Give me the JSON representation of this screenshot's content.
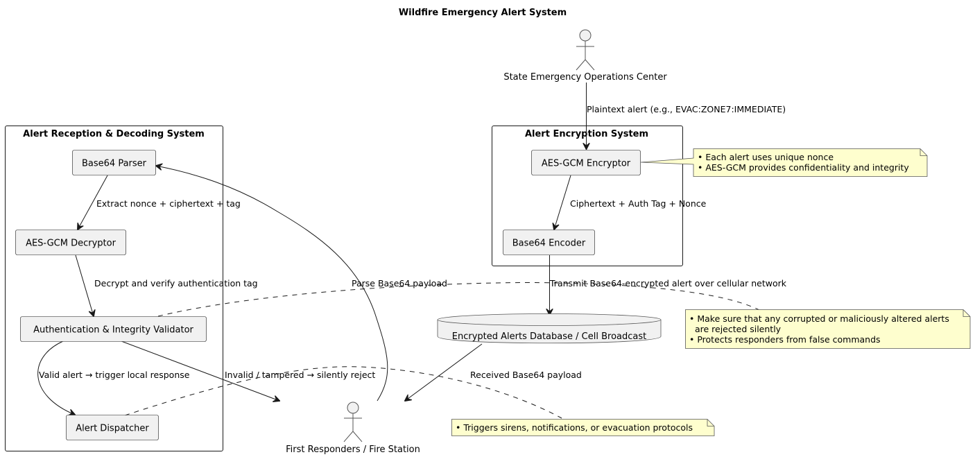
{
  "diagram": {
    "title": "Wildfire Emergency Alert System",
    "packages": {
      "reception": {
        "title": "Alert Reception & Decoding System"
      },
      "encryption": {
        "title": "Alert Encryption System"
      }
    },
    "nodes": {
      "base64_parser": "Base64 Parser",
      "aes_decryptor": "AES-GCM Decryptor",
      "auth_validator": "Authentication & Integrity Validator",
      "alert_dispatcher": "Alert Dispatcher",
      "aes_encryptor": "AES-GCM Encryptor",
      "base64_encoder": "Base64 Encoder",
      "database": "Encrypted Alerts Database / Cell Broadcast"
    },
    "actors": {
      "state_eoc": "State Emergency Operations Center",
      "first_responders": "First Responders / Fire Station"
    },
    "edges": {
      "plaintext": "Plaintext alert (e.g., EVAC:ZONE7:IMMEDIATE)",
      "ciphertext": "Ciphertext + Auth Tag + Nonce",
      "transmit": "Transmit Base64-encrypted alert over cellular network",
      "received": "Received Base64 payload",
      "parse": "Parse Base64 payload",
      "extract": "Extract nonce + ciphertext + tag",
      "decrypt": "Decrypt and verify authentication tag",
      "valid": "Valid alert → trigger local response",
      "invalid": "Invalid / tampered → silently reject"
    },
    "notes": {
      "encryptor_note": [
        "• Each alert uses unique nonce",
        "• AES-GCM provides confidentiality and integrity"
      ],
      "validator_note": [
        "• Make sure that any corrupted or maliciously altered alerts",
        "  are rejected silently",
        "• Protects responders from false commands"
      ],
      "dispatcher_note": [
        "• Triggers sirens, notifications, or evacuation protocols"
      ]
    }
  }
}
